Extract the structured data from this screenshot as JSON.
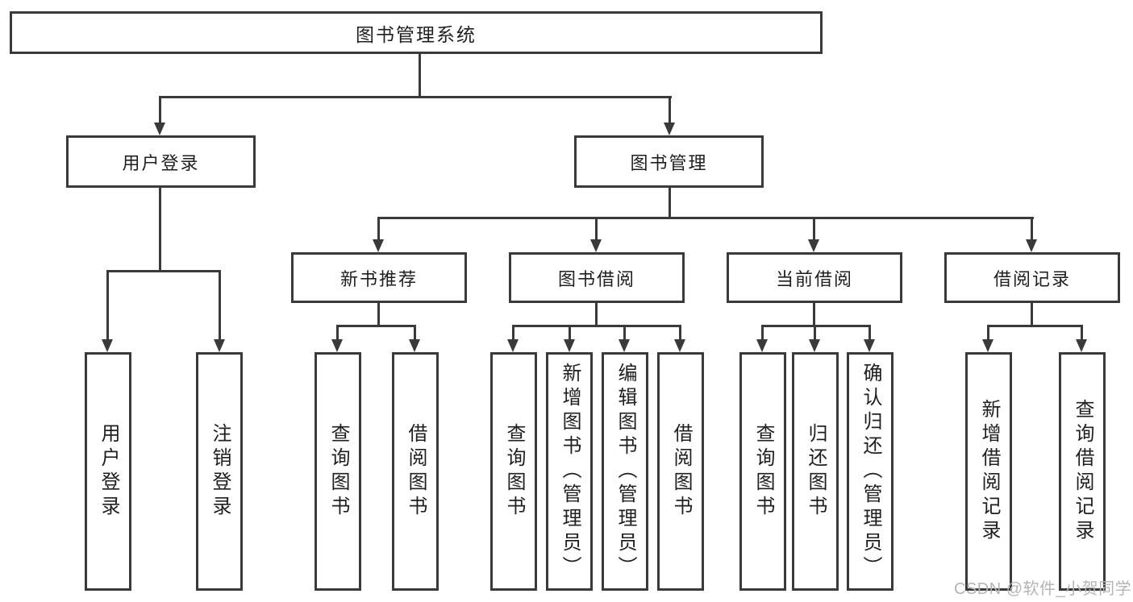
{
  "diagram": {
    "root": {
      "label": "图书管理系统"
    },
    "branches": [
      {
        "label": "用户登录",
        "children": [
          {
            "label": "用户登录"
          },
          {
            "label": "注销登录"
          }
        ]
      },
      {
        "label": "图书管理",
        "children": [
          {
            "label": "新书推荐",
            "children": [
              {
                "label": "查询图书"
              },
              {
                "label": "借阅图书"
              }
            ]
          },
          {
            "label": "图书借阅",
            "children": [
              {
                "label": "查询图书"
              },
              {
                "label": "新增图书（管理员）"
              },
              {
                "label": "编辑图书（管理员）"
              },
              {
                "label": "借阅图书"
              }
            ]
          },
          {
            "label": "当前借阅",
            "children": [
              {
                "label": "查询图书"
              },
              {
                "label": "归还图书"
              },
              {
                "label": "确认归还（管理员）"
              }
            ]
          },
          {
            "label": "借阅记录",
            "children": [
              {
                "label": "新增借阅记录"
              },
              {
                "label": "查询借阅记录"
              }
            ]
          }
        ]
      }
    ]
  },
  "watermark": {
    "text": "CSDN @软件_小贺同学"
  },
  "colors": {
    "line": "#3a3a3a",
    "text": "#1f1f1f",
    "watermark": "#b5b5b5",
    "background": "#ffffff"
  }
}
